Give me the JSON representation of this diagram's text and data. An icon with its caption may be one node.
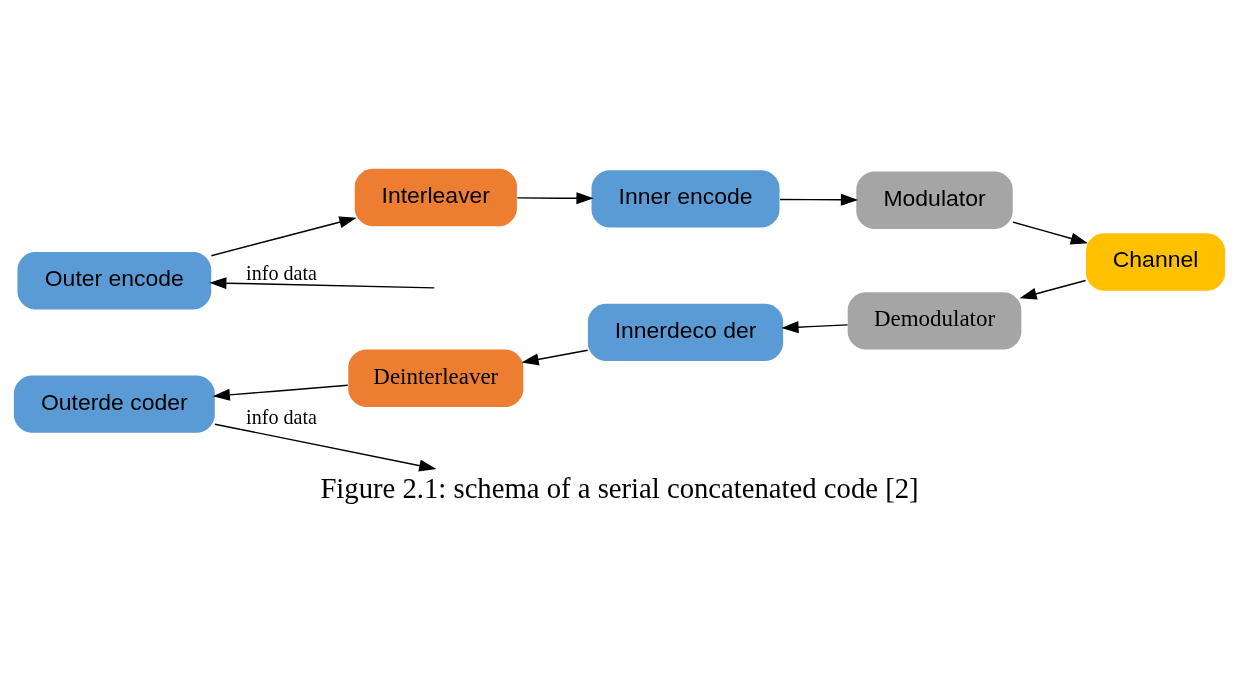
{
  "diagram": {
    "caption": "Figure 2.1: schema of a serial concatenated code [2]",
    "nodes": [
      {
        "text": [
          "Outer encode"
        ]
      },
      {
        "text": [
          "Interleaver"
        ]
      },
      {
        "text": [
          "Inner encode"
        ]
      },
      {
        "text": [
          "Modulator"
        ]
      },
      {
        "text": [
          "Channel"
        ]
      },
      {
        "text": [
          "Demodulator"
        ]
      },
      {
        "text": [
          "Innerdeco der"
        ]
      },
      {
        "text": [
          "Deinterleaver"
        ]
      },
      {
        "text": [
          "Outerde coder"
        ]
      }
    ],
    "edges": [
      {
        "from": null,
        "to": 0,
        "arrow": "to",
        "label": "info data"
      },
      {
        "from": 0,
        "to": 1,
        "arrow": "to"
      },
      {
        "from": 1,
        "to": 2,
        "arrow": "to"
      },
      {
        "from": 2,
        "to": 3,
        "arrow": "to"
      },
      {
        "from": 3,
        "to": 4,
        "arrow": "to"
      },
      {
        "from": 4,
        "to": 5,
        "arrow": "to"
      },
      {
        "from": 5,
        "to": 6,
        "arrow": "to"
      },
      {
        "from": 6,
        "to": 7,
        "arrow": "to"
      },
      {
        "from": 7,
        "to": 8,
        "arrow": "to"
      },
      {
        "from": 8,
        "to": null,
        "arrow": "to",
        "label": "info data"
      }
    ]
  }
}
